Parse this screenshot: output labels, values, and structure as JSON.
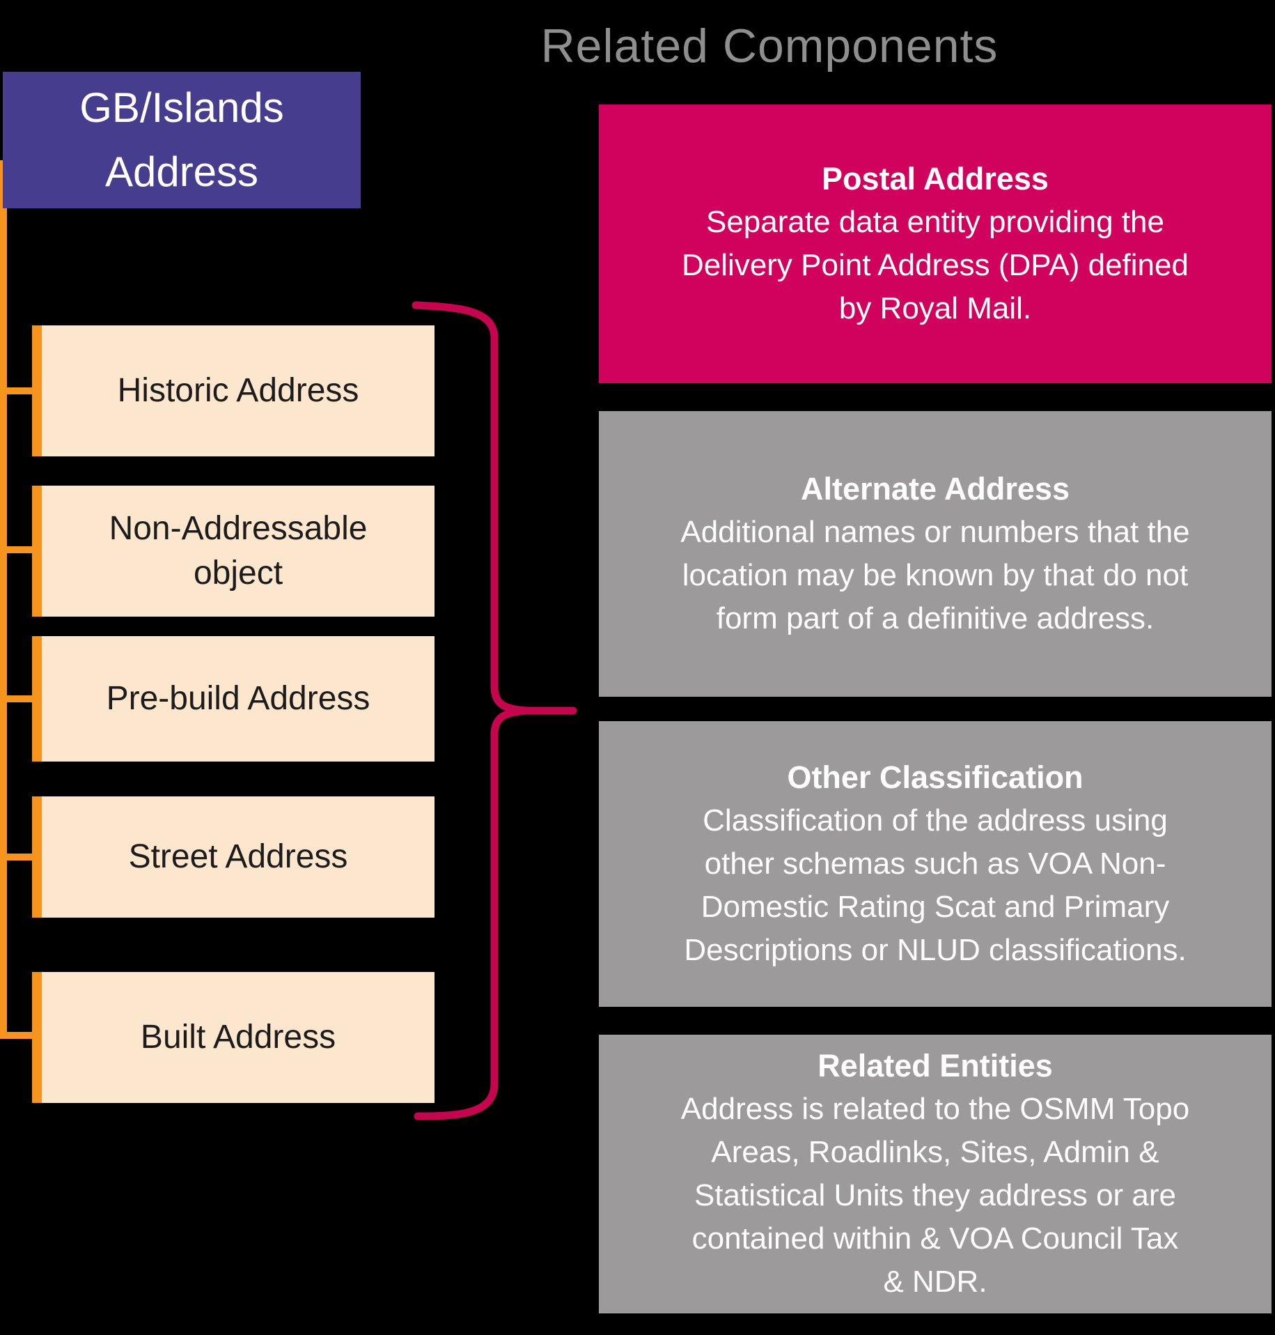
{
  "page": {
    "title": "Related Components"
  },
  "header_box": {
    "label": "GB/Islands\nAddress"
  },
  "hierarchy": {
    "items": [
      {
        "label": "Historic Address"
      },
      {
        "label": "Non-Addressable\nobject"
      },
      {
        "label": "Pre-build Address"
      },
      {
        "label": "Street Address"
      },
      {
        "label": "Built Address"
      }
    ]
  },
  "components": [
    {
      "title": "Postal Address",
      "description": "Separate data entity providing the\nDelivery Point Address (DPA) defined\nby Royal Mail."
    },
    {
      "title": "Alternate Address",
      "description": "Additional names or numbers that the\nlocation may be known by that do not\nform part of a definitive address."
    },
    {
      "title": "Other Classification",
      "description": "Classification of the address using\nother schemas such as VOA Non-\nDomestic Rating Scat and Primary\nDescriptions or NLUD classifications."
    },
    {
      "title": "Related Entities",
      "description": "Address is related to the OSMM Topo\nAreas, Roadlinks, Sites, Admin &\nStatistical Units they address or are\ncontained within & VOA Council Tax\n& NDR."
    }
  ],
  "colors": {
    "background": "#000000",
    "header_purple": "#473d8f",
    "hierarchy_fill": "#fce6ce",
    "hierarchy_accent": "#f7941e",
    "postal_pink": "#d0025e",
    "component_gray": "#9c9a9a",
    "brace_crimson": "#c5064f",
    "title_gray": "#8f8f8f"
  }
}
